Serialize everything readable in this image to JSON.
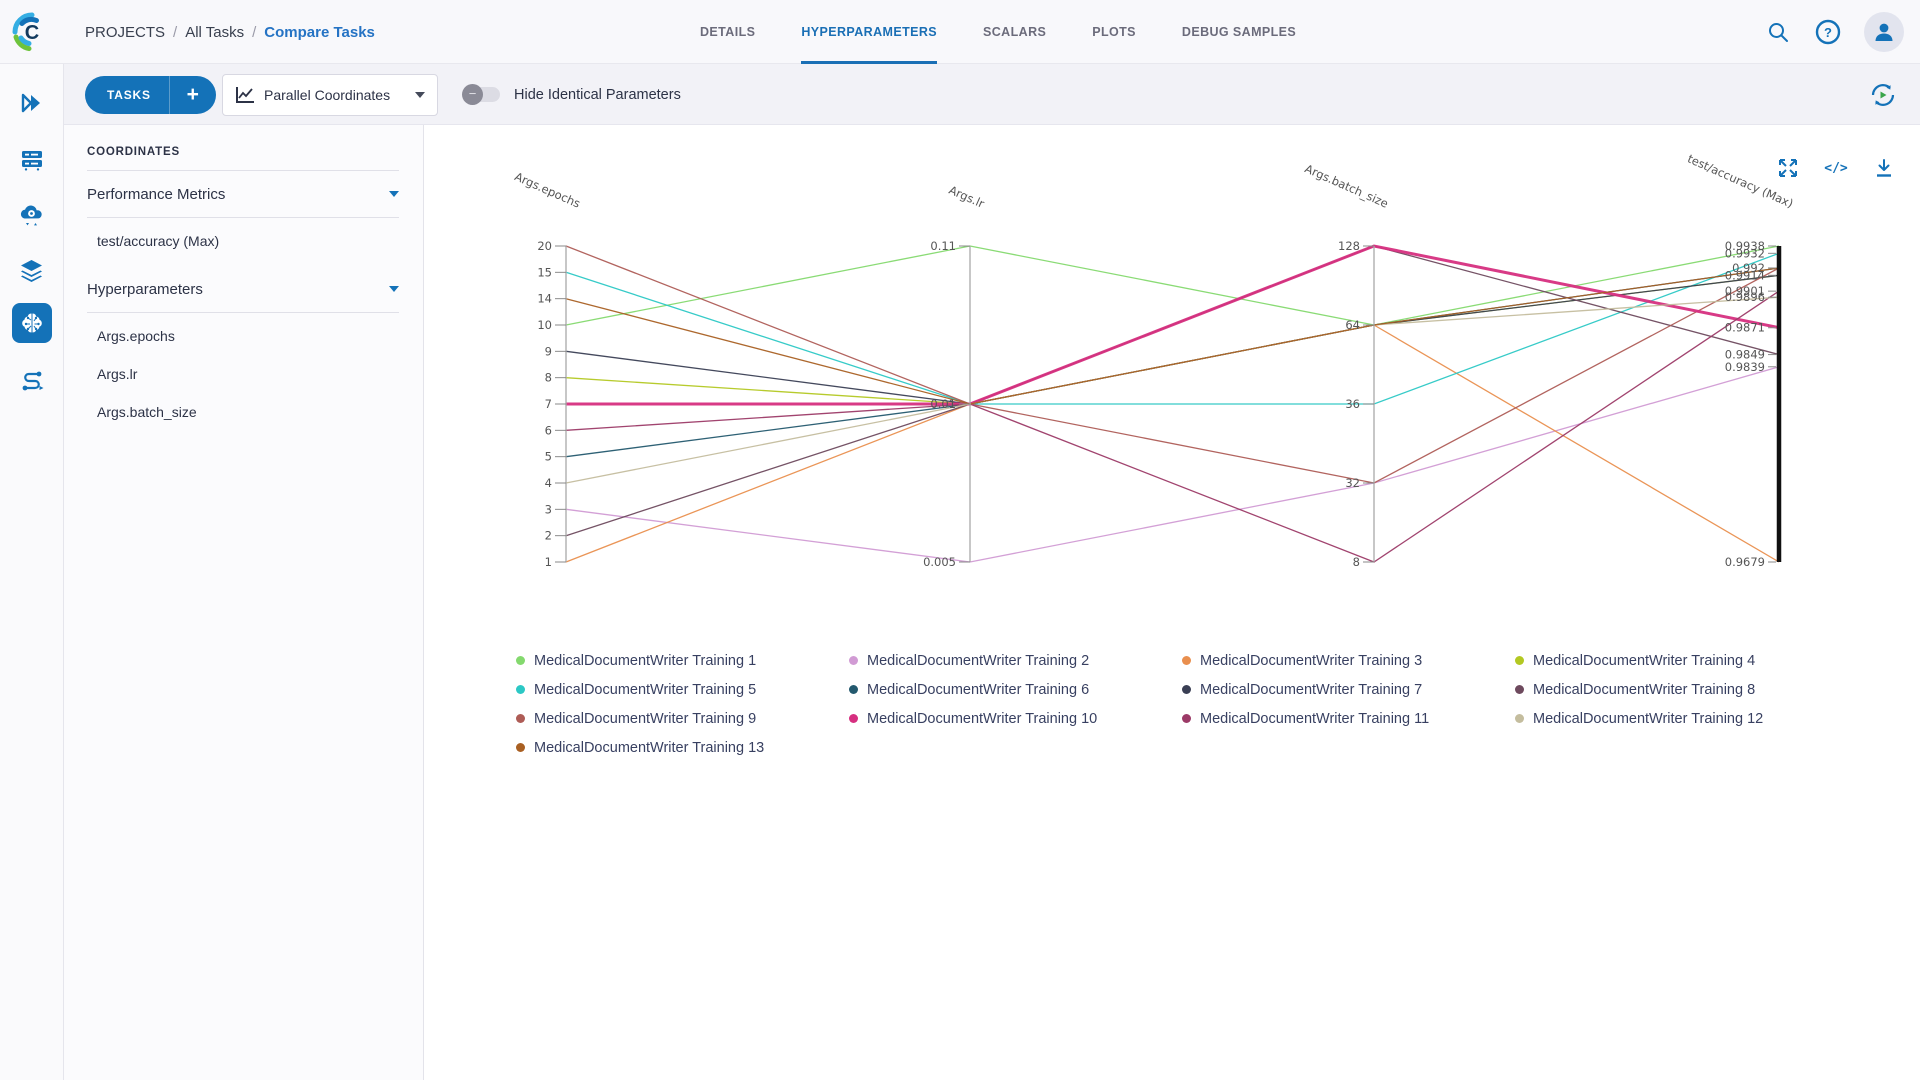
{
  "header": {
    "breadcrumb": [
      {
        "label": "PROJECTS",
        "current": false
      },
      {
        "label": "All Tasks",
        "current": false
      },
      {
        "label": "Compare Tasks",
        "current": true
      }
    ],
    "tabs": [
      {
        "label": "DETAILS",
        "active": false
      },
      {
        "label": "HYPERPARAMETERS",
        "active": true
      },
      {
        "label": "SCALARS",
        "active": false
      },
      {
        "label": "PLOTS",
        "active": false
      },
      {
        "label": "DEBUG SAMPLES",
        "active": false
      }
    ]
  },
  "toolbar": {
    "tasks_label": "TASKS",
    "add_label": "+",
    "view_selected": "Parallel Coordinates",
    "toggle_label": "Hide Identical Parameters",
    "toggle_on": false
  },
  "panel": {
    "title": "COORDINATES",
    "sections": [
      {
        "label": "Performance Metrics",
        "items": [
          "test/accuracy (Max)"
        ]
      },
      {
        "label": "Hyperparameters",
        "items": [
          "Args.epochs",
          "Args.lr",
          "Args.batch_size"
        ]
      }
    ]
  },
  "colors": {
    "accent_blue": "#1472b8",
    "active_tab": "#1a6fb5",
    "breadcrumb_link": "#2573c4",
    "axis_line": "#a9a9a9",
    "accuracy_axis": "#111111",
    "tick_text": "#555555"
  },
  "chart_data": {
    "type": "parallel-coordinates",
    "axes": [
      {
        "title": "Args.epochs",
        "type": "categorical",
        "ticks": [
          "20",
          "15",
          "14",
          "10",
          "9",
          "8",
          "7",
          "6",
          "5",
          "4",
          "3",
          "2",
          "1"
        ]
      },
      {
        "title": "Args.lr",
        "type": "categorical",
        "ticks": [
          "0.11",
          "0.01",
          "0.005"
        ]
      },
      {
        "title": "Args.batch_size",
        "type": "categorical",
        "ticks": [
          "128",
          "64",
          "36",
          "32",
          "8"
        ]
      },
      {
        "title": "test/accuracy (Max)",
        "type": "linear",
        "range": [
          0.9679,
          0.9938
        ],
        "ticks": [
          "0.9938",
          "0.9932",
          "0.992",
          "0.9914",
          "0.9901",
          "0.9896",
          "0.9871",
          "0.9849",
          "0.9839",
          "0.9679"
        ]
      }
    ],
    "series": [
      {
        "name": "MedicalDocumentWriter Training 1",
        "color": "#84d96e",
        "emphasis": false,
        "values": {
          "Args.epochs": "10",
          "Args.lr": "0.11",
          "Args.batch_size": "64",
          "test/accuracy (Max)": 0.9938
        }
      },
      {
        "name": "MedicalDocumentWriter Training 2",
        "color": "#d19bd4",
        "emphasis": false,
        "values": {
          "Args.epochs": "3",
          "Args.lr": "0.005",
          "Args.batch_size": "32",
          "test/accuracy (Max)": 0.9839
        }
      },
      {
        "name": "MedicalDocumentWriter Training 3",
        "color": "#e98f4e",
        "emphasis": false,
        "values": {
          "Args.epochs": "1",
          "Args.lr": "0.01",
          "Args.batch_size": "64",
          "test/accuracy (Max)": 0.9679
        }
      },
      {
        "name": "MedicalDocumentWriter Training 4",
        "color": "#b3c822",
        "emphasis": false,
        "values": {
          "Args.epochs": "8",
          "Args.lr": "0.01",
          "Args.batch_size": "64",
          "test/accuracy (Max)": 0.9914
        }
      },
      {
        "name": "MedicalDocumentWriter Training 5",
        "color": "#2cc8c5",
        "emphasis": false,
        "values": {
          "Args.epochs": "15",
          "Args.lr": "0.01",
          "Args.batch_size": "36",
          "test/accuracy (Max)": 0.9932
        }
      },
      {
        "name": "MedicalDocumentWriter Training 6",
        "color": "#23596e",
        "emphasis": false,
        "values": {
          "Args.epochs": "5",
          "Args.lr": "0.01",
          "Args.batch_size": "64",
          "test/accuracy (Max)": 0.992
        }
      },
      {
        "name": "MedicalDocumentWriter Training 7",
        "color": "#3a3f54",
        "emphasis": false,
        "values": {
          "Args.epochs": "9",
          "Args.lr": "0.01",
          "Args.batch_size": "64",
          "test/accuracy (Max)": 0.9914
        }
      },
      {
        "name": "MedicalDocumentWriter Training 8",
        "color": "#6e4a5e",
        "emphasis": false,
        "values": {
          "Args.epochs": "2",
          "Args.lr": "0.01",
          "Args.batch_size": "128",
          "test/accuracy (Max)": 0.9849
        }
      },
      {
        "name": "MedicalDocumentWriter Training 9",
        "color": "#ae5c56",
        "emphasis": false,
        "values": {
          "Args.epochs": "20",
          "Args.lr": "0.01",
          "Args.batch_size": "32",
          "test/accuracy (Max)": 0.992
        }
      },
      {
        "name": "MedicalDocumentWriter Training 10",
        "color": "#d62f80",
        "emphasis": true,
        "values": {
          "Args.epochs": "7",
          "Args.lr": "0.01",
          "Args.batch_size": "128",
          "test/accuracy (Max)": 0.9871
        }
      },
      {
        "name": "MedicalDocumentWriter Training 11",
        "color": "#9c3a67",
        "emphasis": false,
        "values": {
          "Args.epochs": "6",
          "Args.lr": "0.01",
          "Args.batch_size": "8",
          "test/accuracy (Max)": 0.9901
        }
      },
      {
        "name": "MedicalDocumentWriter Training 12",
        "color": "#c4bd9e",
        "emphasis": false,
        "values": {
          "Args.epochs": "4",
          "Args.lr": "0.01",
          "Args.batch_size": "64",
          "test/accuracy (Max)": 0.9896
        }
      },
      {
        "name": "MedicalDocumentWriter Training 13",
        "color": "#a96023",
        "emphasis": false,
        "values": {
          "Args.epochs": "14",
          "Args.lr": "0.01",
          "Args.batch_size": "64",
          "test/accuracy (Max)": 0.992
        }
      }
    ]
  }
}
